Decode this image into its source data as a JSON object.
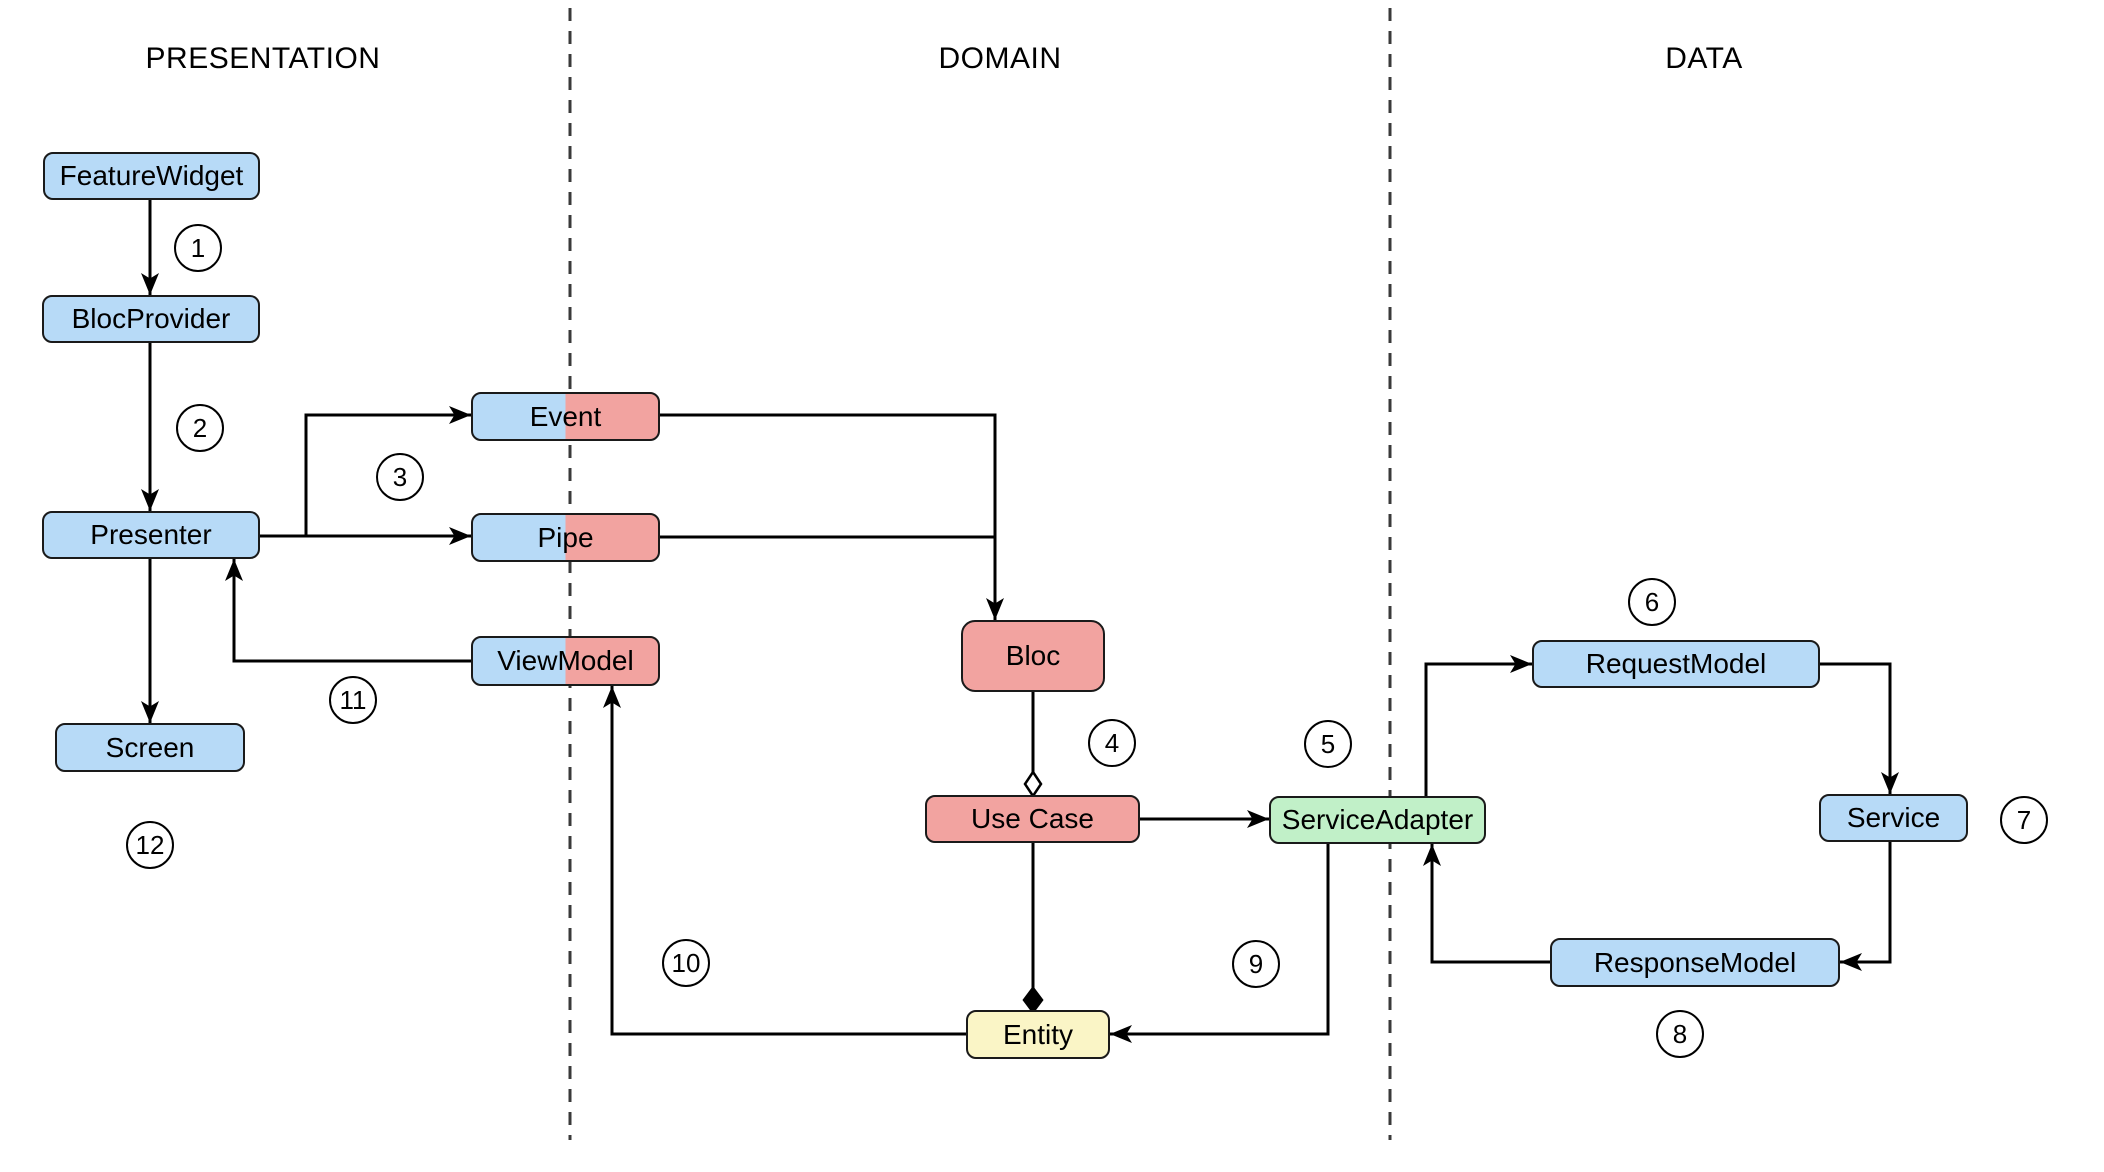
{
  "layers": [
    {
      "name": "PRESENTATION"
    },
    {
      "name": "DOMAIN"
    },
    {
      "name": "DATA"
    }
  ],
  "colors": {
    "node_blue": "#B7DAF7",
    "node_red": "#F2A3A0",
    "node_green": "#C1F0C8",
    "node_yellow": "#FAF5C6",
    "node_border": "#1A1A1A",
    "connector": "#000000",
    "divider": "#3A3A3A",
    "badge_fill": "#FFFFFF",
    "background": "#FFFFFF"
  },
  "nodes": {
    "feature_widget": {
      "label": "FeatureWidget",
      "layer": "PRESENTATION"
    },
    "bloc_provider": {
      "label": "BlocProvider",
      "layer": "PRESENTATION"
    },
    "presenter": {
      "label": "Presenter",
      "layer": "PRESENTATION"
    },
    "screen": {
      "label": "Screen",
      "layer": "PRESENTATION"
    },
    "event": {
      "label": "Event",
      "layer": "PRESENTATION/DOMAIN"
    },
    "pipe": {
      "label": "Pipe",
      "layer": "PRESENTATION/DOMAIN"
    },
    "view_model": {
      "label": "ViewModel",
      "layer": "PRESENTATION/DOMAIN"
    },
    "bloc": {
      "label": "Bloc",
      "layer": "DOMAIN"
    },
    "use_case": {
      "label": "Use Case",
      "layer": "DOMAIN"
    },
    "service_adapter": {
      "label": "ServiceAdapter",
      "layer": "DOMAIN/DATA"
    },
    "request_model": {
      "label": "RequestModel",
      "layer": "DATA"
    },
    "service": {
      "label": "Service",
      "layer": "DATA"
    },
    "response_model": {
      "label": "ResponseModel",
      "layer": "DATA"
    },
    "entity": {
      "label": "Entity",
      "layer": "DOMAIN"
    }
  },
  "steps": [
    "1",
    "2",
    "3",
    "4",
    "5",
    "6",
    "7",
    "8",
    "9",
    "10",
    "11",
    "12"
  ],
  "edges": [
    {
      "from": "FeatureWidget",
      "to": "BlocProvider",
      "step": "1",
      "type": "arrow"
    },
    {
      "from": "BlocProvider",
      "to": "Presenter",
      "step": "2",
      "type": "arrow"
    },
    {
      "from": "Presenter",
      "to": "Event",
      "step": "3",
      "type": "arrow"
    },
    {
      "from": "Presenter",
      "to": "Pipe",
      "step": "3",
      "type": "arrow"
    },
    {
      "from": "Event",
      "to": "Bloc",
      "step": "",
      "type": "arrow"
    },
    {
      "from": "Pipe",
      "to": "Bloc",
      "step": "",
      "type": "arrow"
    },
    {
      "from": "Bloc",
      "to": "Use Case",
      "step": "4",
      "type": "aggregation-diamond"
    },
    {
      "from": "Use Case",
      "to": "ServiceAdapter",
      "step": "5",
      "type": "arrow"
    },
    {
      "from": "ServiceAdapter",
      "to": "RequestModel",
      "step": "6",
      "type": "arrow"
    },
    {
      "from": "RequestModel",
      "to": "Service",
      "step": "7",
      "type": "arrow"
    },
    {
      "from": "Service",
      "to": "ResponseModel",
      "step": "8",
      "type": "arrow"
    },
    {
      "from": "ResponseModel",
      "to": "ServiceAdapter",
      "step": "9",
      "type": "arrow"
    },
    {
      "from": "ServiceAdapter",
      "to": "Entity",
      "step": "9",
      "type": "arrow"
    },
    {
      "from": "Use Case",
      "to": "Entity",
      "step": "",
      "type": "composition-diamond"
    },
    {
      "from": "Entity",
      "to": "ViewModel",
      "step": "10",
      "type": "arrow"
    },
    {
      "from": "ViewModel",
      "to": "Presenter",
      "step": "11",
      "type": "arrow"
    },
    {
      "from": "Presenter",
      "to": "Screen",
      "step": "12",
      "type": "arrow"
    }
  ]
}
